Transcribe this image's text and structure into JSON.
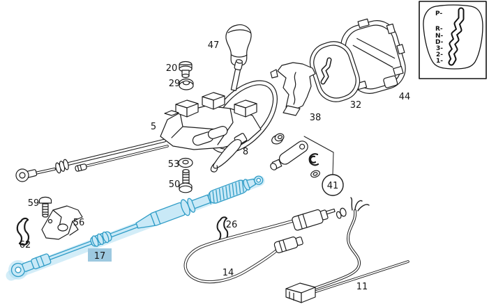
{
  "diagram": {
    "type": "exploded-parts-diagram",
    "highlighted_part": "17",
    "callouts": {
      "n5": "5",
      "n8": "8",
      "n11": "11",
      "n14": "14",
      "n17": "17",
      "n20": "20",
      "n26": "26",
      "n29": "29",
      "n32": "32",
      "n38": "38",
      "n41": "41",
      "n44": "44",
      "n47": "47",
      "n50": "50",
      "n53": "53",
      "n56": "56",
      "n59": "59",
      "n62": "62"
    },
    "legend_gate": {
      "items": [
        {
          "label": "P-"
        },
        {
          "label": "R-"
        },
        {
          "label": "N-"
        },
        {
          "label": "D-"
        },
        {
          "label": "3-"
        },
        {
          "label": "2-"
        },
        {
          "label": "1-"
        }
      ]
    }
  },
  "colors": {
    "background": "#ffffff",
    "line": "#1b1b1b",
    "highlight_fill": "#c9e9f7",
    "highlight_stroke": "#2f9cc6",
    "highlight_glow": "#aedff2",
    "highlight_label_bg": "#9dc9e0",
    "legend_border": "#000000"
  }
}
